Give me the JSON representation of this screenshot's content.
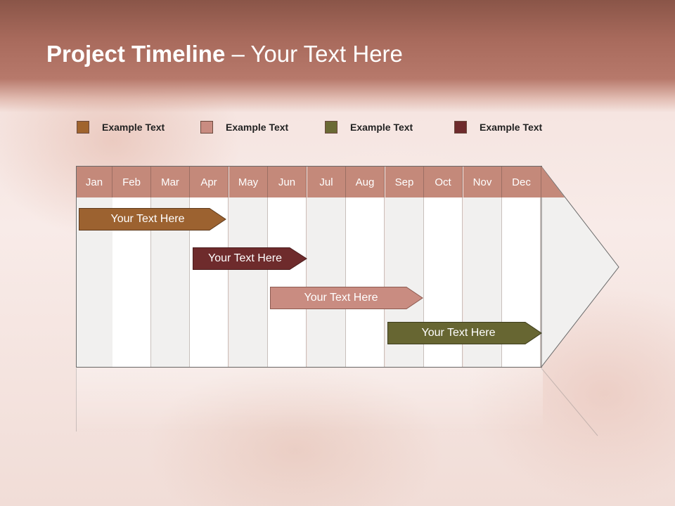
{
  "title": {
    "bold": "Project Timeline",
    "rest": " – Your Text Here"
  },
  "legend": [
    {
      "label": "Example Text",
      "color": "#a0642e"
    },
    {
      "label": "Example Text",
      "color": "#c98c81"
    },
    {
      "label": "Example Text",
      "color": "#6b6a35"
    },
    {
      "label": "Example Text",
      "color": "#6e2b2c"
    }
  ],
  "months": [
    "Jan",
    "Feb",
    "Mar",
    "Apr",
    "May",
    "Jun",
    "Jul",
    "Aug",
    "Sep",
    "Oct",
    "Nov",
    "Dec"
  ],
  "tasks": [
    {
      "label": "Your  Text Here",
      "color": "#9c6230"
    },
    {
      "label": "Your  Text Here",
      "color": "#6e2b2c"
    },
    {
      "label": "Your  Text Here",
      "color": "#c98c81"
    },
    {
      "label": "Your  Text Here",
      "color": "#676632"
    }
  ],
  "colors": {
    "header": "#b7796b",
    "month_cells": "#c4897a"
  }
}
